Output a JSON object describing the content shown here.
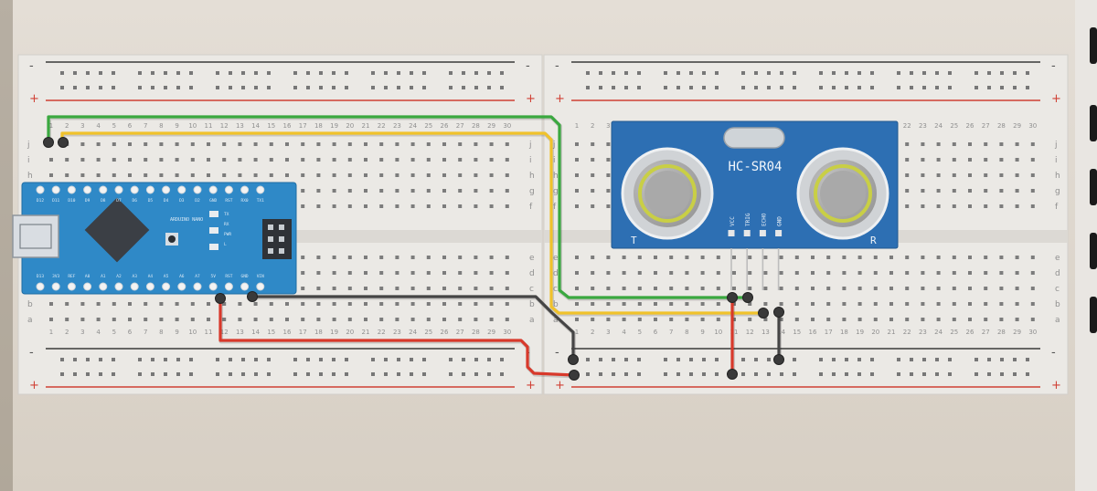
{
  "boards": {
    "row_letters_top": [
      "j",
      "i",
      "h",
      "g",
      "f"
    ],
    "row_letters_bottom": [
      "e",
      "d",
      "c",
      "b",
      "a"
    ],
    "rail_minus": "-",
    "rail_plus": "+",
    "column_count": 30
  },
  "sensor": {
    "name": "HC-SR04",
    "pins": [
      "VCC",
      "TRIG",
      "ECHO",
      "GND"
    ],
    "corner_left": "T",
    "corner_right": "R"
  },
  "arduino": {
    "name": "ARDUINO NANO",
    "led_labels": [
      "TX",
      "RX",
      "PWR",
      "L"
    ],
    "top_pins": [
      "D12",
      "D11",
      "D10",
      "D9",
      "D8",
      "D7",
      "D6",
      "D5",
      "D4",
      "D3",
      "D2",
      "GND",
      "RST",
      "RX0",
      "TX1"
    ],
    "bottom_pins": [
      "D13",
      "3V3",
      "REF",
      "A0",
      "A1",
      "A2",
      "A3",
      "A4",
      "A5",
      "A6",
      "A7",
      "5V",
      "RST",
      "GND",
      "VIN"
    ]
  },
  "wires": [
    {
      "name": "green",
      "color": "#3aa83f"
    },
    {
      "name": "yellow",
      "color": "#f0c22b"
    },
    {
      "name": "black",
      "color": "#454545"
    },
    {
      "name": "red",
      "color": "#d8392b"
    }
  ],
  "colors": {
    "board": "#ebe9e5",
    "rail_red": "#d04035",
    "rail_dark": "#3a3a3a",
    "module_blue": "#2d6fb3",
    "nano_blue": "#2f89c7"
  }
}
